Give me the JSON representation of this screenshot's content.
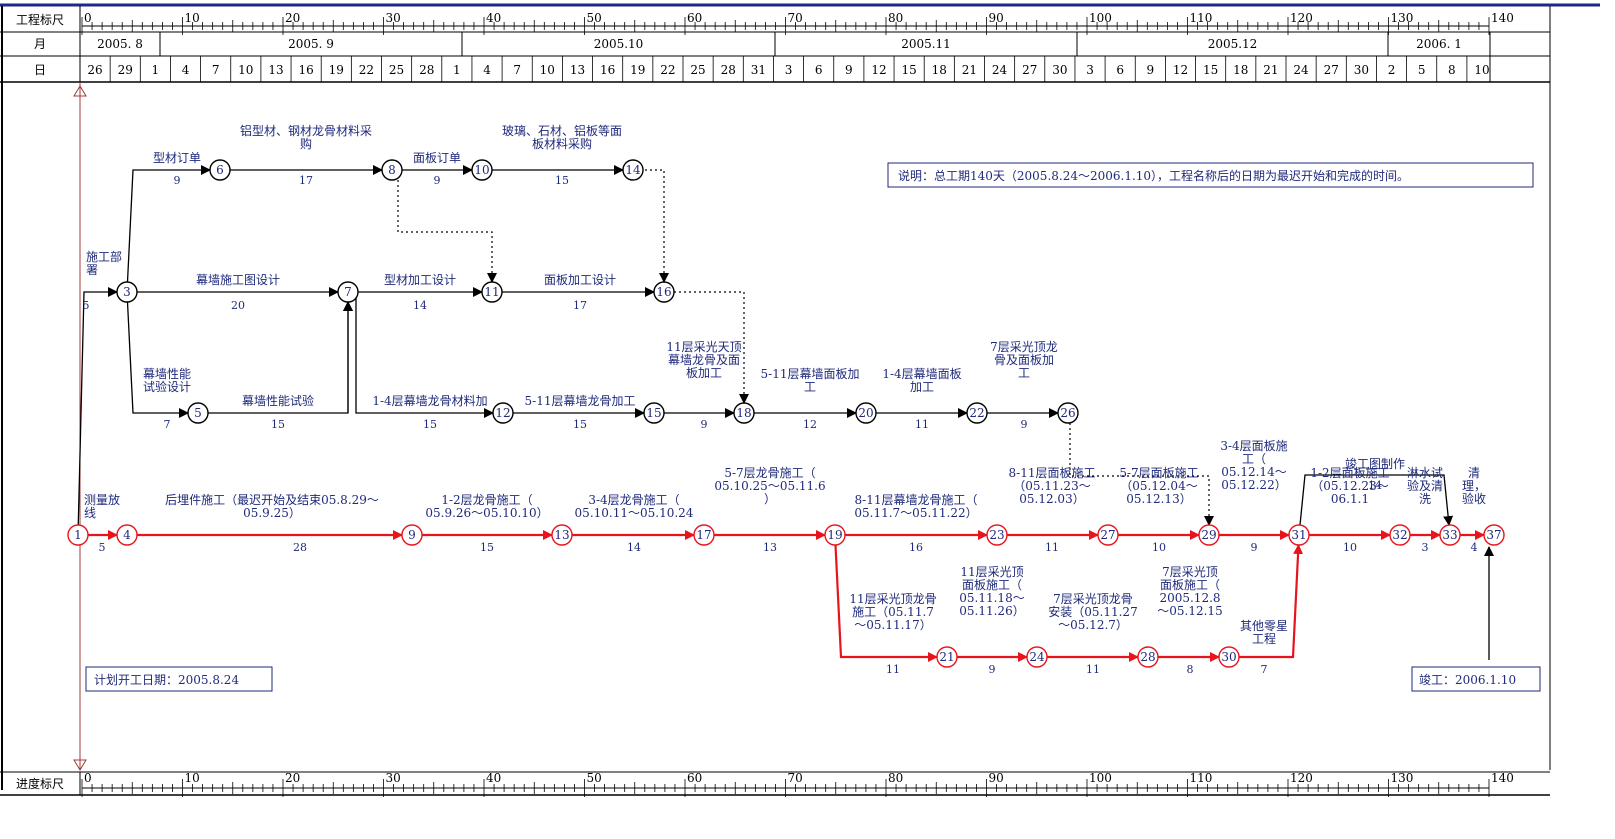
{
  "headers": {
    "top_scale": "工程标尺",
    "month": "月",
    "day": "日",
    "bottom_scale": "进度标尺"
  },
  "scale_ticks": [
    "0",
    "10",
    "20",
    "30",
    "40",
    "50",
    "60",
    "70",
    "80",
    "90",
    "100",
    "110",
    "120",
    "130",
    "140"
  ],
  "months": [
    "2005. 8",
    "2005. 9",
    "2005.10",
    "2005.11",
    "2005.12",
    "2006. 1"
  ],
  "days": [
    "26",
    "29",
    "1",
    "4",
    "7",
    "10",
    "13",
    "16",
    "19",
    "22",
    "25",
    "28",
    "1",
    "4",
    "7",
    "10",
    "13",
    "16",
    "19",
    "22",
    "25",
    "28",
    "31",
    "3",
    "6",
    "9",
    "12",
    "15",
    "18",
    "21",
    "24",
    "27",
    "30",
    "3",
    "6",
    "9",
    "12",
    "15",
    "18",
    "21",
    "24",
    "27",
    "30",
    "2",
    "5",
    "8",
    "10"
  ],
  "notes": {
    "description": "说明：总工期140天（2005.8.24～2006.1.10），工程名称后的日期为最迟开始和完成的时间。",
    "planned_start": "计划开工日期：2005.8.24",
    "completion": "竣工：2006.1.10"
  },
  "colors": {
    "critical": "#e8141c",
    "normal": "#000000",
    "text": "#1f2a7a",
    "axis": "#a33a3a",
    "top_rule": "#1b2a8a"
  },
  "nodes": [
    {
      "id": "1",
      "label": "1",
      "critical": true
    },
    {
      "id": "3",
      "label": "3",
      "critical": false
    },
    {
      "id": "4",
      "label": "4",
      "critical": true
    },
    {
      "id": "5",
      "label": "5",
      "critical": false
    },
    {
      "id": "6",
      "label": "6",
      "critical": false
    },
    {
      "id": "7",
      "label": "7",
      "critical": false
    },
    {
      "id": "8",
      "label": "8",
      "critical": false
    },
    {
      "id": "9",
      "label": "9",
      "critical": true
    },
    {
      "id": "10",
      "label": "10",
      "critical": false
    },
    {
      "id": "11",
      "label": "11",
      "critical": false
    },
    {
      "id": "12",
      "label": "12",
      "critical": false
    },
    {
      "id": "13",
      "label": "13",
      "critical": true
    },
    {
      "id": "14",
      "label": "14",
      "critical": false
    },
    {
      "id": "15",
      "label": "15",
      "critical": false
    },
    {
      "id": "16",
      "label": "16",
      "critical": false
    },
    {
      "id": "17",
      "label": "17",
      "critical": true
    },
    {
      "id": "18",
      "label": "18",
      "critical": false
    },
    {
      "id": "19",
      "label": "19",
      "critical": true
    },
    {
      "id": "20",
      "label": "20",
      "critical": false
    },
    {
      "id": "21",
      "label": "21",
      "critical": true
    },
    {
      "id": "22",
      "label": "22",
      "critical": false
    },
    {
      "id": "23",
      "label": "23",
      "critical": true
    },
    {
      "id": "24",
      "label": "24",
      "critical": true
    },
    {
      "id": "26",
      "label": "26",
      "critical": false
    },
    {
      "id": "27",
      "label": "27",
      "critical": true
    },
    {
      "id": "28",
      "label": "28",
      "critical": true
    },
    {
      "id": "29",
      "label": "29",
      "critical": true
    },
    {
      "id": "30",
      "label": "30",
      "critical": true
    },
    {
      "id": "31",
      "label": "31",
      "critical": true
    },
    {
      "id": "32",
      "label": "32",
      "critical": true
    },
    {
      "id": "33",
      "label": "33",
      "critical": true
    },
    {
      "id": "37",
      "label": "37",
      "critical": true
    }
  ],
  "activities": [
    {
      "from": "1",
      "to": "4",
      "name": [
        "测量放",
        "线"
      ],
      "duration": "5",
      "critical": true
    },
    {
      "from": "4",
      "to": "9",
      "name": [
        "后埋件施工（最迟开始及结束05.8.29～",
        "05.9.25）"
      ],
      "duration": "28",
      "critical": true
    },
    {
      "from": "9",
      "to": "13",
      "name": [
        "1-2层龙骨施工（",
        "05.9.26～05.10.10）"
      ],
      "duration": "15",
      "critical": true
    },
    {
      "from": "13",
      "to": "17",
      "name": [
        "3-4层龙骨施工（",
        "05.10.11～05.10.24"
      ],
      "duration": "14",
      "critical": true
    },
    {
      "from": "17",
      "to": "19",
      "name": [
        "5-7层龙骨施工（",
        "05.10.25～05.11.6",
        "）"
      ],
      "duration": "13",
      "critical": true
    },
    {
      "from": "19",
      "to": "23",
      "name": [
        "8-11层幕墙龙骨施工（",
        "05.11.7～05.11.22）"
      ],
      "duration": "16",
      "critical": true
    },
    {
      "from": "23",
      "to": "27",
      "name": [
        "8-11层面板施工",
        "（05.11.23～",
        "05.12.03）"
      ],
      "duration": "11",
      "critical": true
    },
    {
      "from": "27",
      "to": "29",
      "name": [
        "5-7层面板施工",
        "（05.12.04～",
        "05.12.13）"
      ],
      "duration": "10",
      "critical": true
    },
    {
      "from": "29",
      "to": "31",
      "name": [
        "3-4层面板施",
        "工（",
        "05.12.14～",
        "05.12.22）"
      ],
      "duration": "9",
      "critical": true
    },
    {
      "from": "31",
      "to": "32",
      "name": [
        "1-2层面板施工",
        "（05.12.23～",
        "06.1.1"
      ],
      "duration": "10",
      "critical": true
    },
    {
      "from": "32",
      "to": "33",
      "name": [
        "淋水试",
        "验及清",
        "洗"
      ],
      "duration": "3",
      "critical": true
    },
    {
      "from": "33",
      "to": "37",
      "name": [
        "清",
        "理，",
        "验收"
      ],
      "duration": "4",
      "critical": true
    },
    {
      "from": "19",
      "to": "21",
      "name": [
        "11层采光顶龙骨",
        "施工（05.11.7",
        "～05.11.17）"
      ],
      "duration": "11",
      "critical": true
    },
    {
      "from": "21",
      "to": "24",
      "name": [
        "11层采光顶",
        "面板施工（",
        "05.11.18～",
        "05.11.26）"
      ],
      "duration": "9",
      "critical": true
    },
    {
      "from": "24",
      "to": "28",
      "name": [
        "7层采光顶龙骨",
        "安装（05.11.27",
        "～05.12.7）"
      ],
      "duration": "11",
      "critical": true
    },
    {
      "from": "28",
      "to": "30",
      "name": [
        "7层采光顶",
        "面板施工（",
        "2005.12.8",
        "～05.12.15"
      ],
      "duration": "8",
      "critical": true
    },
    {
      "from": "30",
      "to": "31",
      "name": [
        "其他零星",
        "工程"
      ],
      "duration": "7",
      "critical": true
    },
    {
      "from": "1",
      "to": "3",
      "name": [
        "施工部",
        "署"
      ],
      "duration": "5",
      "critical": false
    },
    {
      "from": "3",
      "to": "7",
      "name": [
        "幕墙施工图设计"
      ],
      "duration": "20",
      "critical": false
    },
    {
      "from": "3",
      "to": "6",
      "name": [
        "型材订单"
      ],
      "duration": "9",
      "critical": false
    },
    {
      "from": "6",
      "to": "8",
      "name": [
        "铝型材、钢材龙骨材料采",
        "购"
      ],
      "duration": "17",
      "critical": false
    },
    {
      "from": "8",
      "to": "10",
      "name": [
        "面板订单"
      ],
      "duration": "9",
      "critical": false
    },
    {
      "from": "10",
      "to": "14",
      "name": [
        "玻璃、石材、铝板等面",
        "板材料采购"
      ],
      "duration": "15",
      "critical": false
    },
    {
      "from": "7",
      "to": "11",
      "name": [
        "型材加工设计"
      ],
      "duration": "14",
      "critical": false
    },
    {
      "from": "11",
      "to": "16",
      "name": [
        "面板加工设计"
      ],
      "duration": "17",
      "critical": false
    },
    {
      "from": "3",
      "to": "5",
      "name": [
        "幕墙性能",
        "试验设计"
      ],
      "duration": "7",
      "critical": false
    },
    {
      "from": "5",
      "to": "7",
      "name": [
        "幕墙性能试验"
      ],
      "duration": "15",
      "critical": false
    },
    {
      "from": "7",
      "to": "12",
      "name": [
        "1-4层幕墙龙骨材料加"
      ],
      "duration": "15",
      "critical": false
    },
    {
      "from": "12",
      "to": "15",
      "name": [
        "5-11层幕墙龙骨加工"
      ],
      "duration": "15",
      "critical": false
    },
    {
      "from": "15",
      "to": "18",
      "name": [
        "11层采光天顶",
        "幕墙龙骨及面",
        "板加工"
      ],
      "duration": "9",
      "critical": false
    },
    {
      "from": "18",
      "to": "20",
      "name": [
        "5-11层幕墙面板加",
        "工"
      ],
      "duration": "12",
      "critical": false
    },
    {
      "from": "20",
      "to": "22",
      "name": [
        "1-4层幕墙面板",
        "加工"
      ],
      "duration": "11",
      "critical": false
    },
    {
      "from": "22",
      "to": "26",
      "name": [
        "7层采光顶龙",
        "骨及面板加",
        "工"
      ],
      "duration": "9",
      "critical": false
    },
    {
      "from": "29",
      "to": "33",
      "name": [
        "竣工图制作"
      ],
      "duration": "14",
      "critical": false
    }
  ]
}
